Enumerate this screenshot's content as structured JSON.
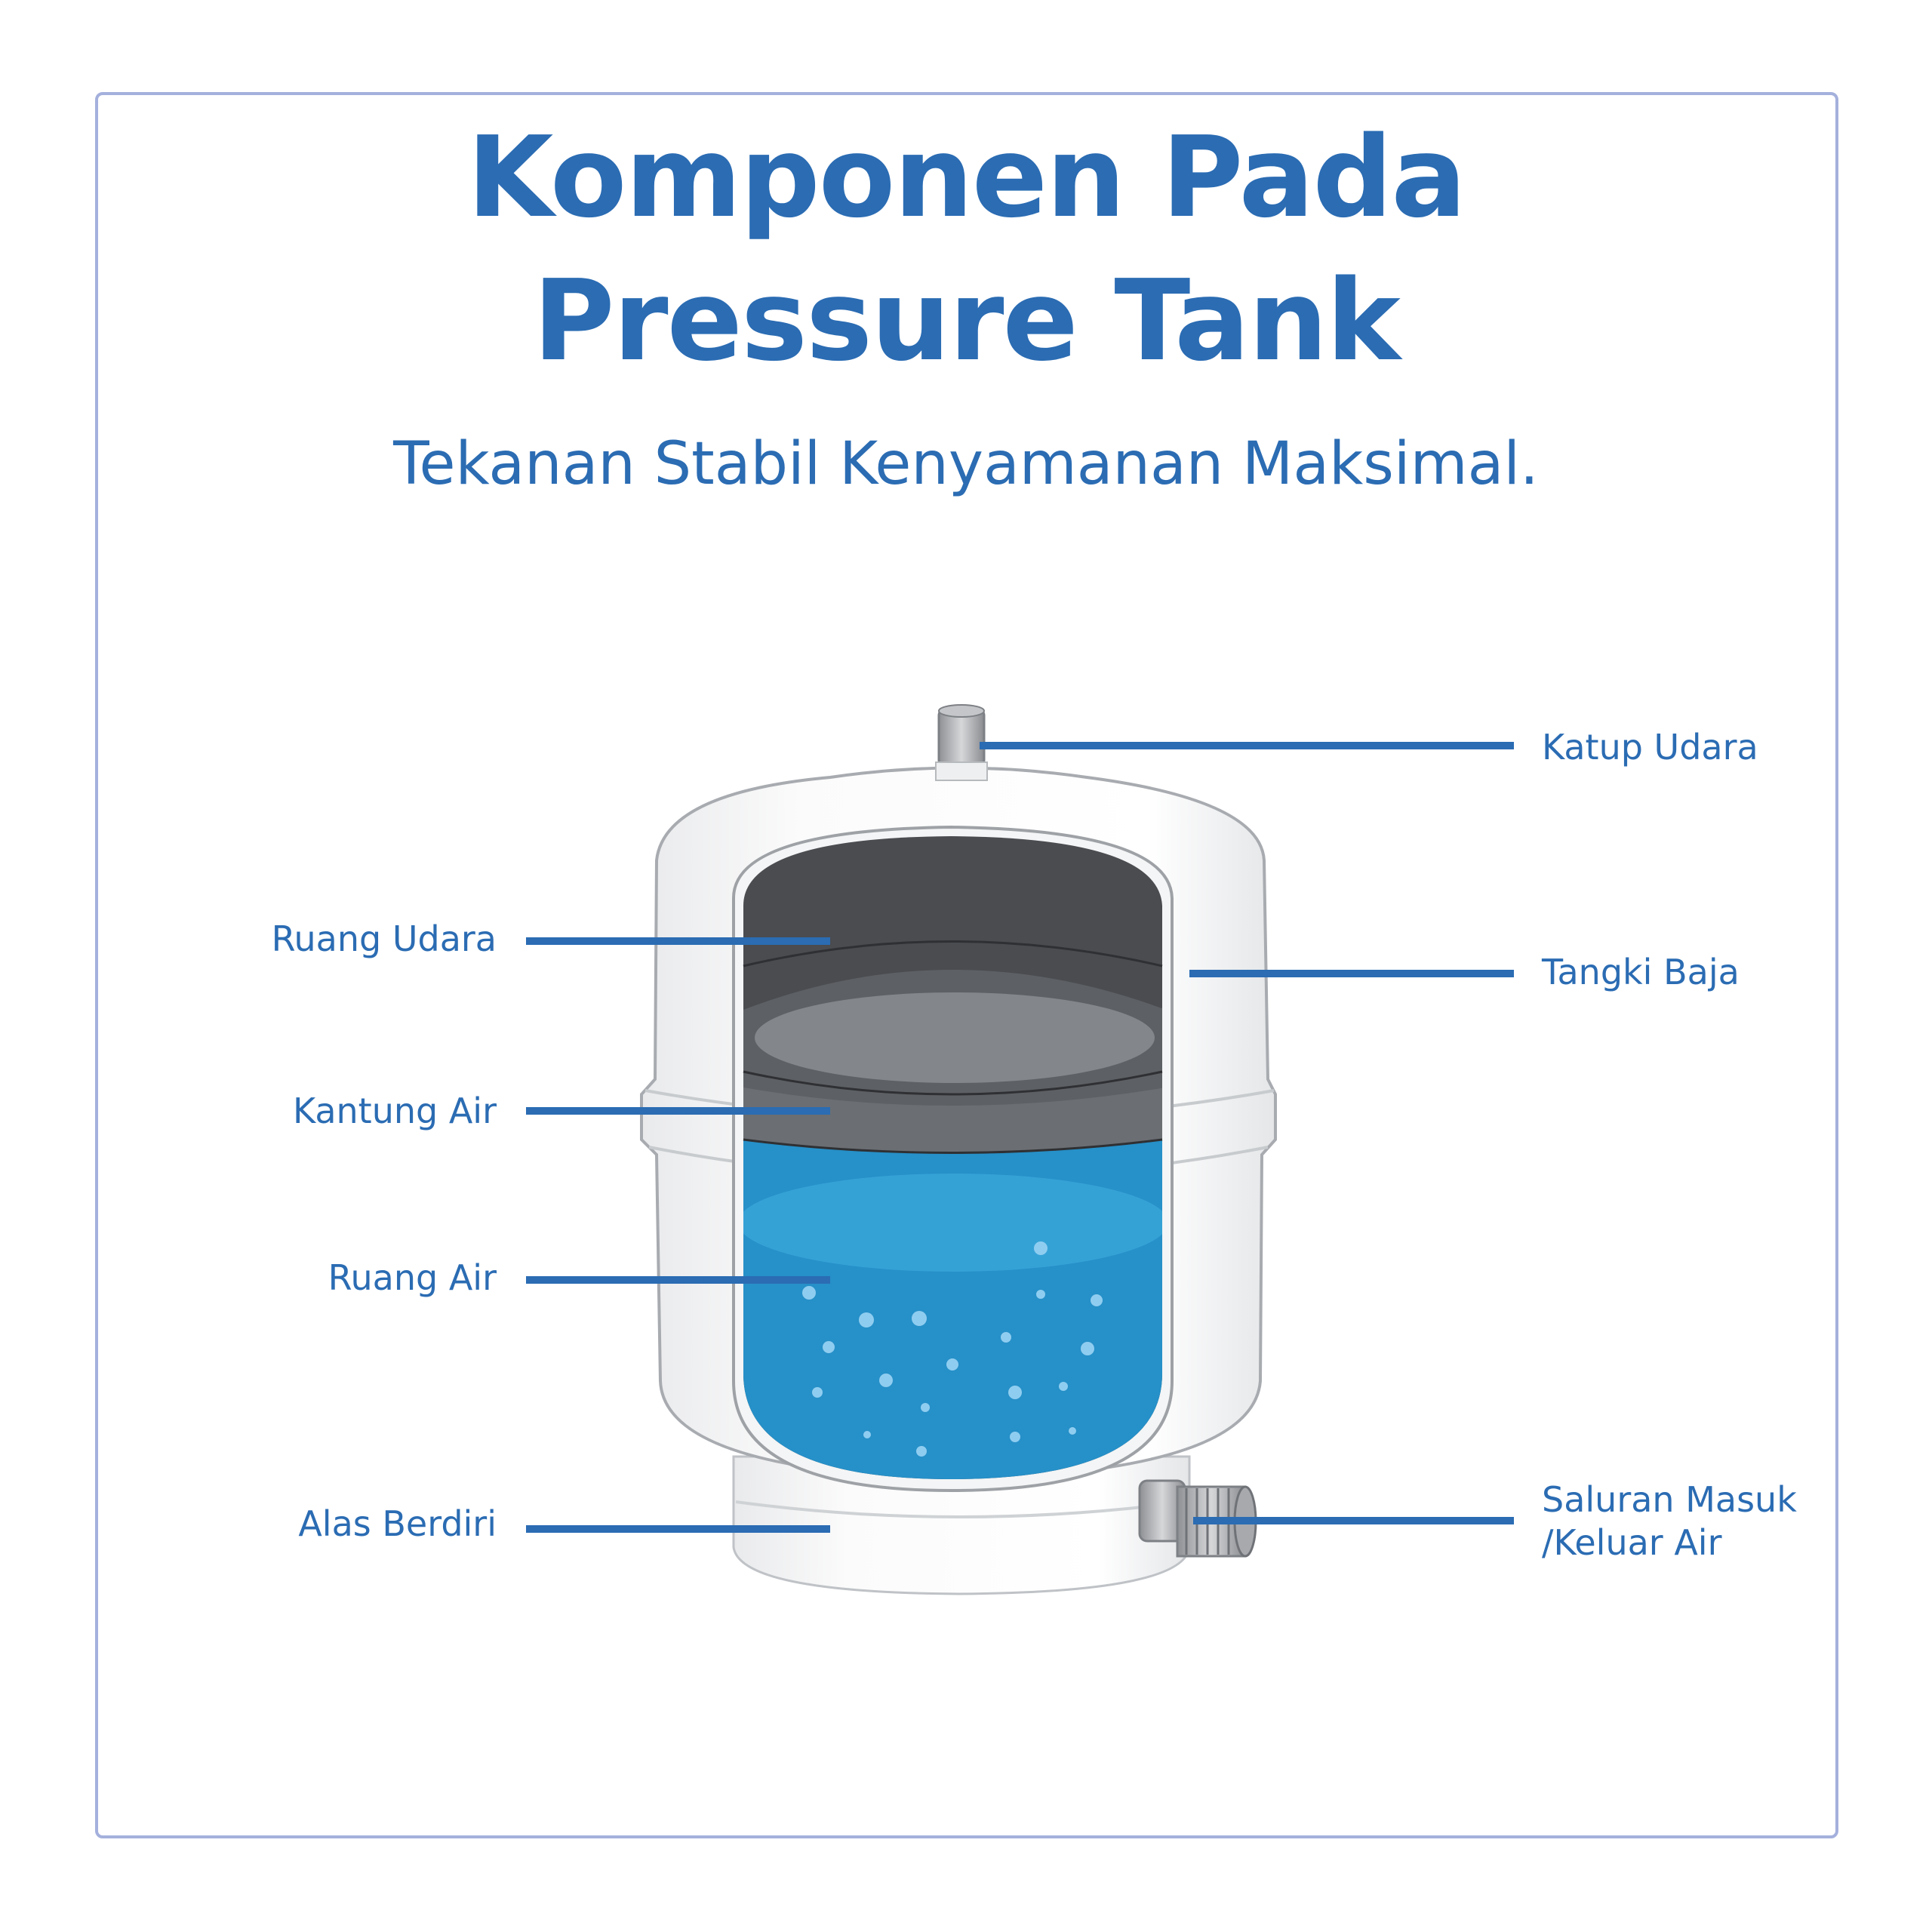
{
  "title": {
    "line1": "Komponen Pada",
    "line2": "Pressure Tank"
  },
  "subtitle": "Tekanan Stabil Kenyamanan Maksimal.",
  "labels": {
    "katup_udara": "Katup Udara",
    "tangki_baja": "Tangki Baja",
    "ruang_udara": "Ruang Udara",
    "kantung_air": "Kantung Air",
    "ruang_air": "Ruang Air",
    "alas_berdiri": "Alas Berdiri",
    "saluran_line1": "Saluran Masuk",
    "saluran_line2": "/Keluar Air"
  },
  "colors": {
    "accent": "#2b6cb3",
    "water": "#2690c8",
    "air": "#4a4c50",
    "frame": "#a4b0dc"
  }
}
